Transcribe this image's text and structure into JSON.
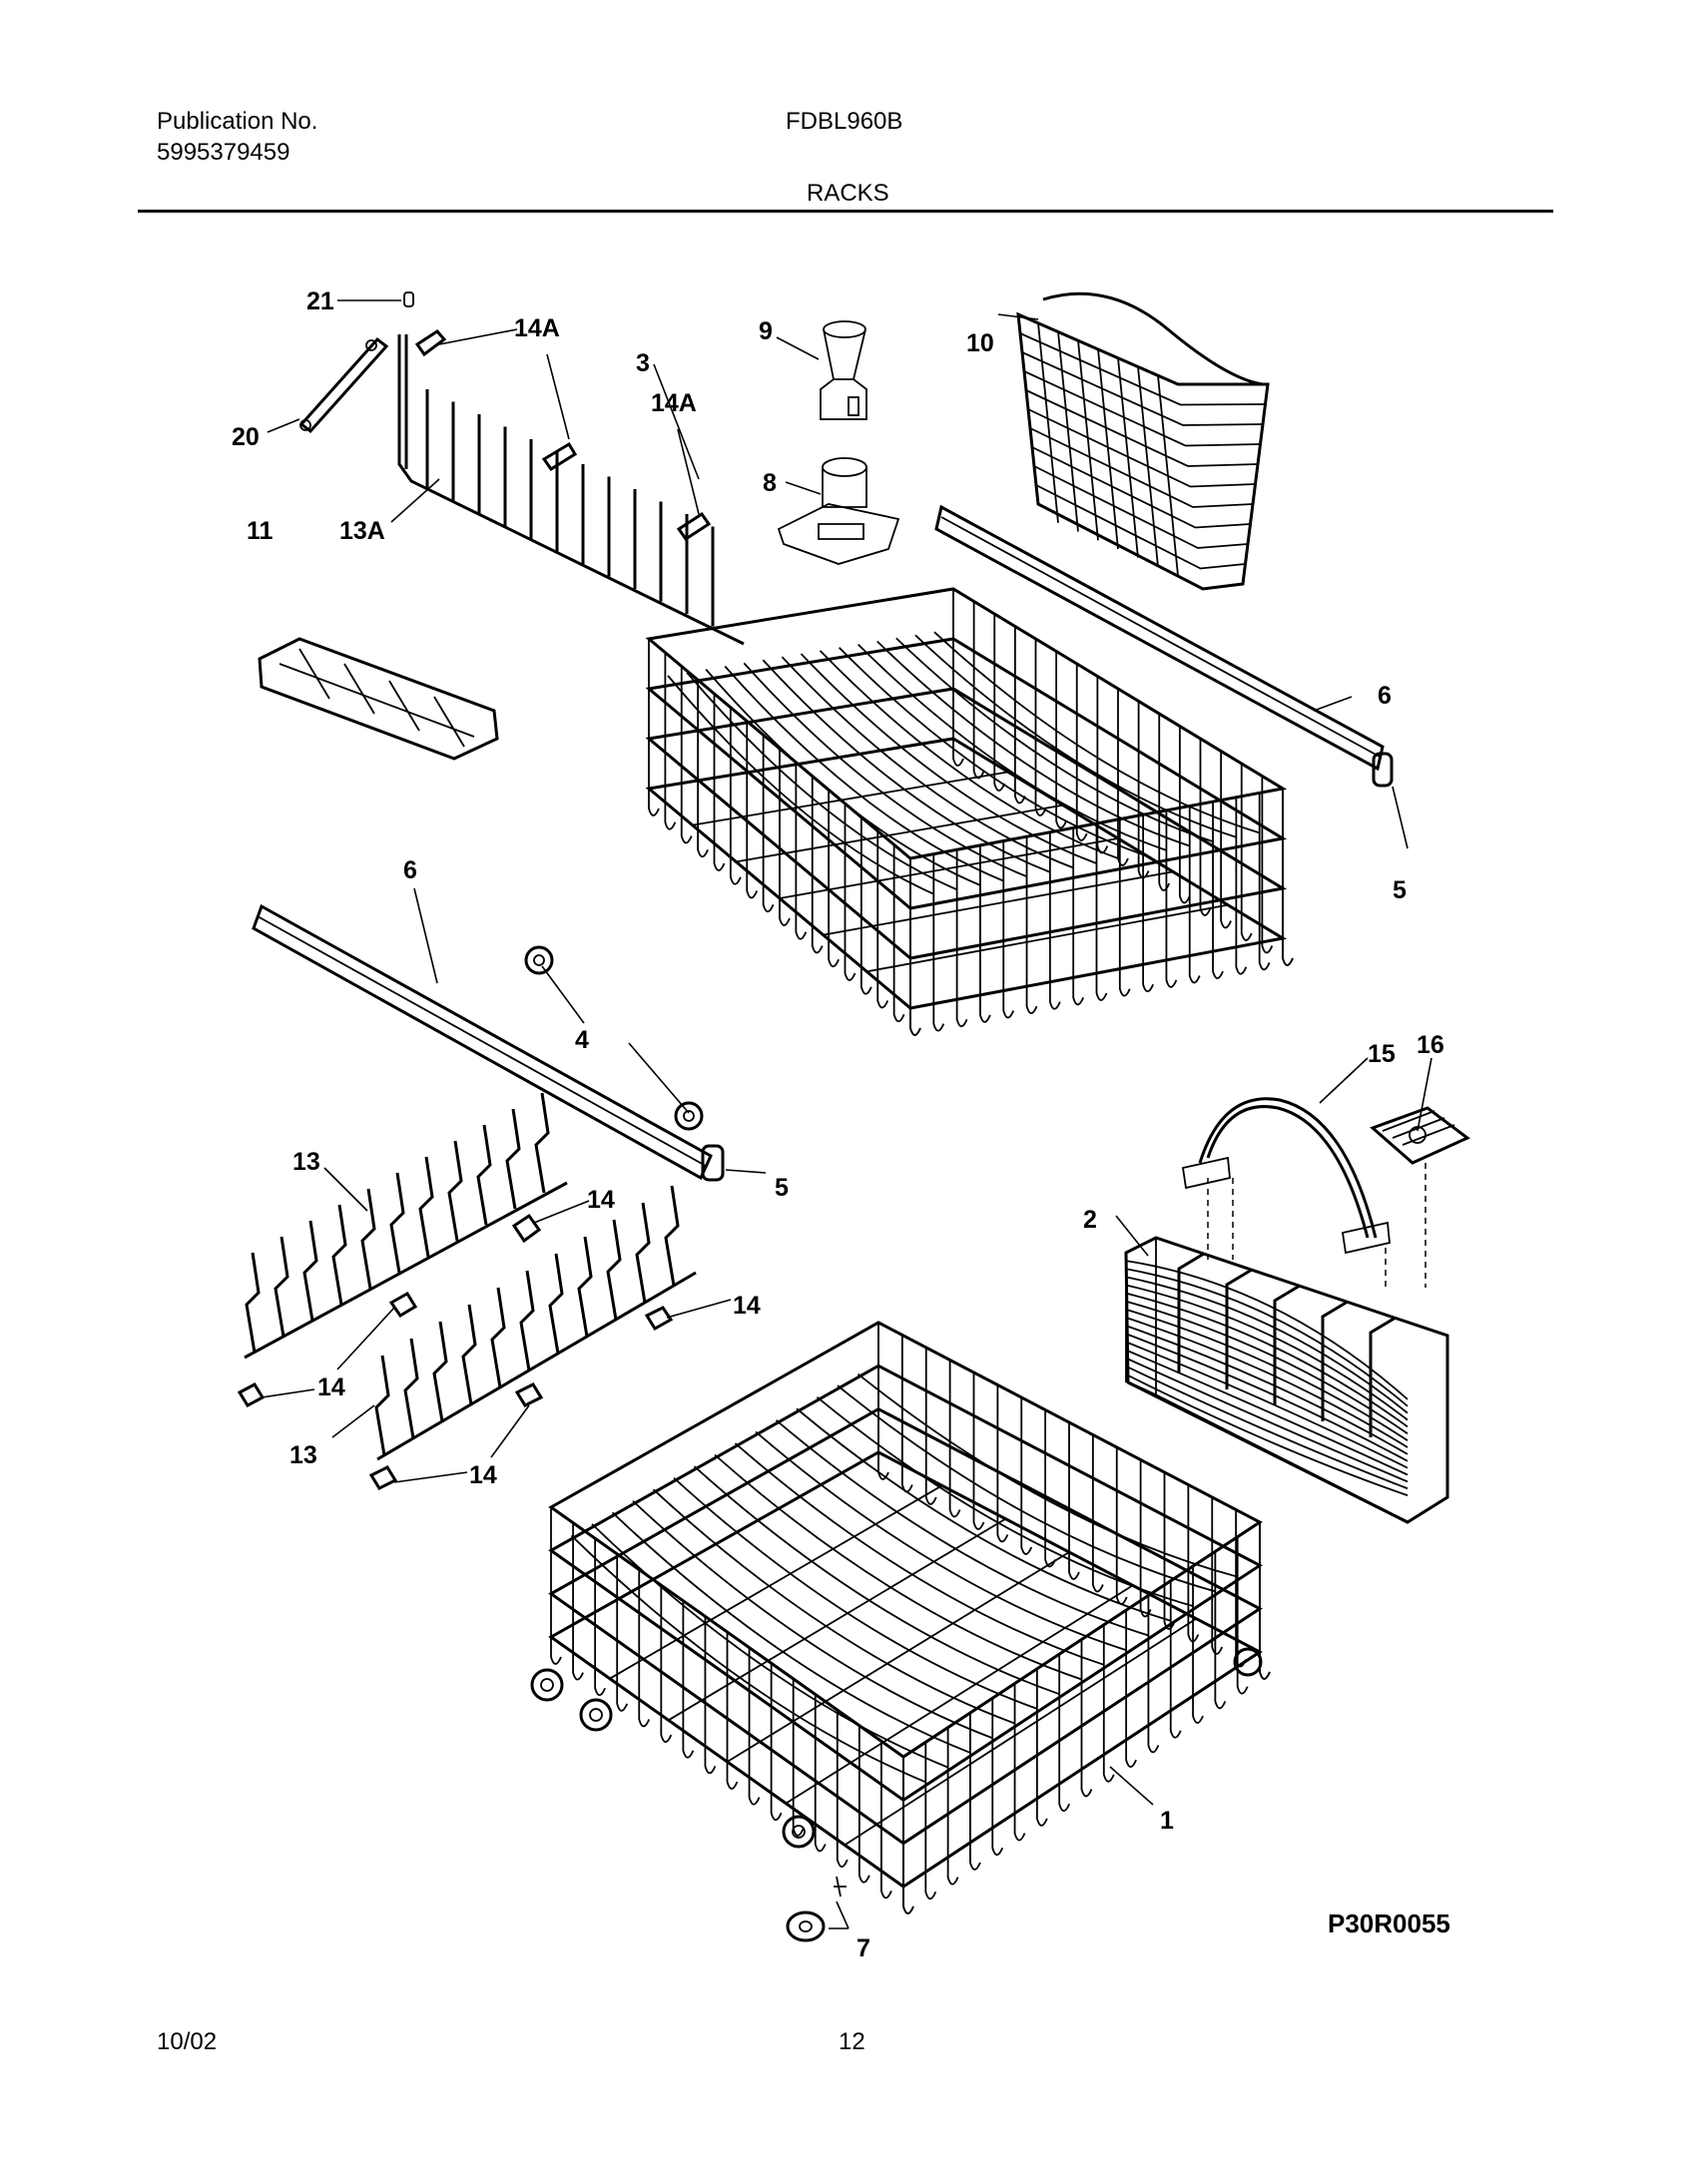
{
  "header": {
    "publication_label": "Publication No.",
    "publication_number": "5995379459",
    "model": "FDBL960B",
    "section": "RACKS"
  },
  "diagram": {
    "code": "P30R0055",
    "parts": [
      {
        "id": "p21",
        "label": "21"
      },
      {
        "id": "p14a_1",
        "label": "14A"
      },
      {
        "id": "p14a_2",
        "label": "14A"
      },
      {
        "id": "p9",
        "label": "9"
      },
      {
        "id": "p10",
        "label": "10"
      },
      {
        "id": "p20",
        "label": "20"
      },
      {
        "id": "p8",
        "label": "8"
      },
      {
        "id": "p11",
        "label": "11"
      },
      {
        "id": "p13a",
        "label": "13A"
      },
      {
        "id": "p3",
        "label": "3"
      },
      {
        "id": "p6_1",
        "label": "6"
      },
      {
        "id": "p6_2",
        "label": "6"
      },
      {
        "id": "p5_1",
        "label": "5"
      },
      {
        "id": "p5_2",
        "label": "5"
      },
      {
        "id": "p4",
        "label": "4"
      },
      {
        "id": "p15",
        "label": "15"
      },
      {
        "id": "p16",
        "label": "16"
      },
      {
        "id": "p13_1",
        "label": "13"
      },
      {
        "id": "p13_2",
        "label": "13"
      },
      {
        "id": "p14_1",
        "label": "14"
      },
      {
        "id": "p14_2",
        "label": "14"
      },
      {
        "id": "p14_3",
        "label": "14"
      },
      {
        "id": "p14_4",
        "label": "14"
      },
      {
        "id": "p2",
        "label": "2"
      },
      {
        "id": "p1",
        "label": "1"
      },
      {
        "id": "p7",
        "label": "7"
      }
    ]
  },
  "footer": {
    "date": "10/02",
    "page": "12"
  }
}
